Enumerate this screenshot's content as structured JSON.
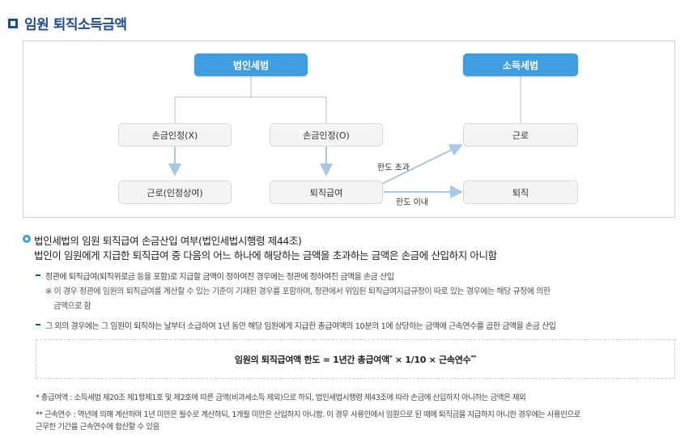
{
  "title": "임원 퇴직소득금액",
  "diagram": {
    "corp_tax_law": "법인세법",
    "income_tax_law": "소득세법",
    "not_deductible": "손금인정(X)",
    "deductible": "손금인정(O)",
    "labor_bonus": "근로(인정상여)",
    "retirement_pay": "퇴직급여",
    "labor": "근로",
    "retirement": "퇴직",
    "over_limit": "한도 초과",
    "within_limit": "한도 이내"
  },
  "section": {
    "heading": "법인세법의 임원 퇴직급여 손금산입 여부(법인세법시행령 제44조)",
    "subheading": "법인이 임원에게 지급한 퇴직급여 중 다음의 어느 하나에 해당하는 금액을 초과하는 금액은 손금에 산입하지 아니함",
    "item1": "정관에 퇴직급여(퇴직위로금 등을 포함)로 지급할 금액이 정하여진 경우에는 정관에 정하여진 금액을 손금 산입",
    "item1_note1": "※ 이 경우 정관에 임원의 퇴직급여를 계산할 수 있는 기준이 기재된 경우를 포함하며, 정관에서 위임된 퇴직급여지급규정이 따로 있는 경우에는 해당 규정에 의한",
    "item1_note2": "금액으로 함",
    "item2": "그 외의 경우에는 그 임원이 퇴직하는 날부터 소급하여 1년 동안 해당 임원에게 지급한 총급여액의 10분의 1에 상당하는 금액에 근속연수를 곱한 금액을 손금 산입"
  },
  "formula": {
    "part1": "임원의 퇴직급여액 한도 = 1년간 총급여액",
    "sup1": "*",
    "part2": " × 1/10 × 근속연수",
    "sup2": "**"
  },
  "footnotes": {
    "fn1": "* 총급여액 : 소득세법 제20조 제1항제1호 및 제2호에 따른 금액(비과세소득 제외)으로 하되, 법인세법시행령 제43조에 따라 손금에 산입하지 아니하는 금액은 제외",
    "fn2_line1": "** 근속연수 : 역년에 의해 계산하며 1년 미만은 월수로 계산하되, 1개월 미만은 산입하지 아니함. 이 경우 사용인에서 임원으로 된 때에 퇴직금을 지급하지 아니한 경우에는 사용인으로",
    "fn2_line2": "근무한 기간을 근속연수에 합산할 수 있음"
  }
}
